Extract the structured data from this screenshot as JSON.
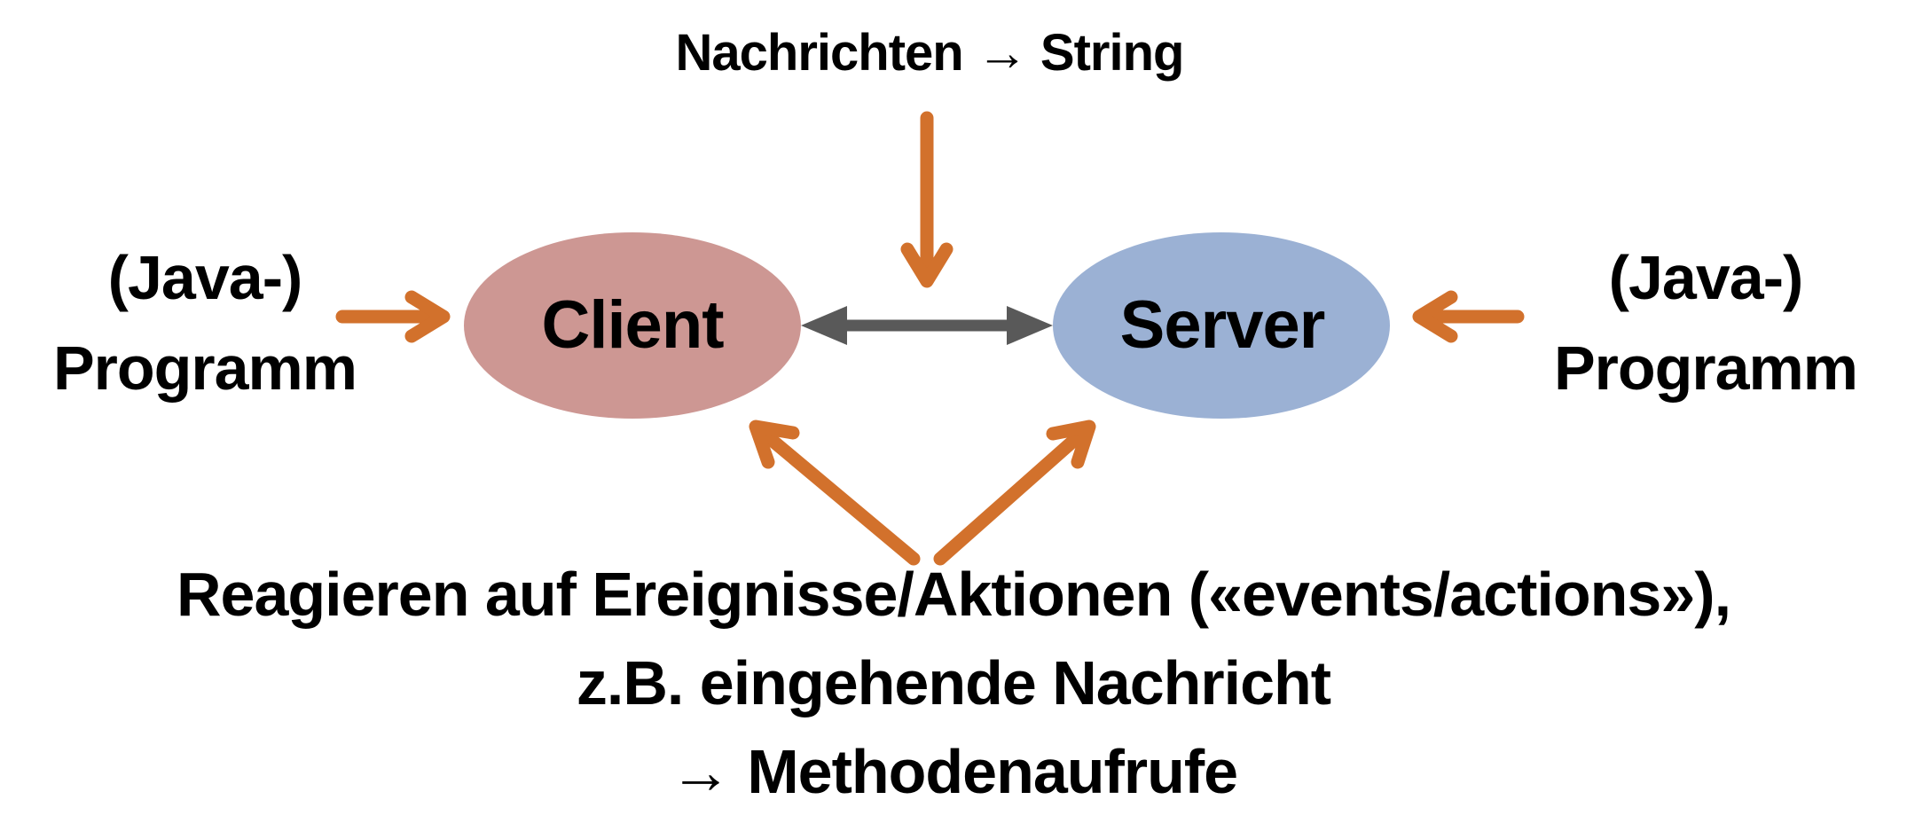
{
  "diagram": {
    "top_label": "Nachrichten → String",
    "left_program": {
      "line1": "(Java-)",
      "line2": "Programm"
    },
    "right_program": {
      "line1": "(Java-)",
      "line2": "Programm"
    },
    "client_label": "Client",
    "server_label": "Server",
    "bottom_note": {
      "line1": "Reagieren auf Ereignisse/Aktionen («events/actions»),",
      "line2": "z.B. eingehende Nachricht",
      "line3": "→ Methodenaufrufe"
    },
    "colors": {
      "background": "#FFFFFF",
      "client_fill": "#CD9793",
      "server_fill": "#9BB1D4",
      "arrow_orange": "#D2712C",
      "arrow_gray": "#595959",
      "text": "#000000"
    }
  }
}
